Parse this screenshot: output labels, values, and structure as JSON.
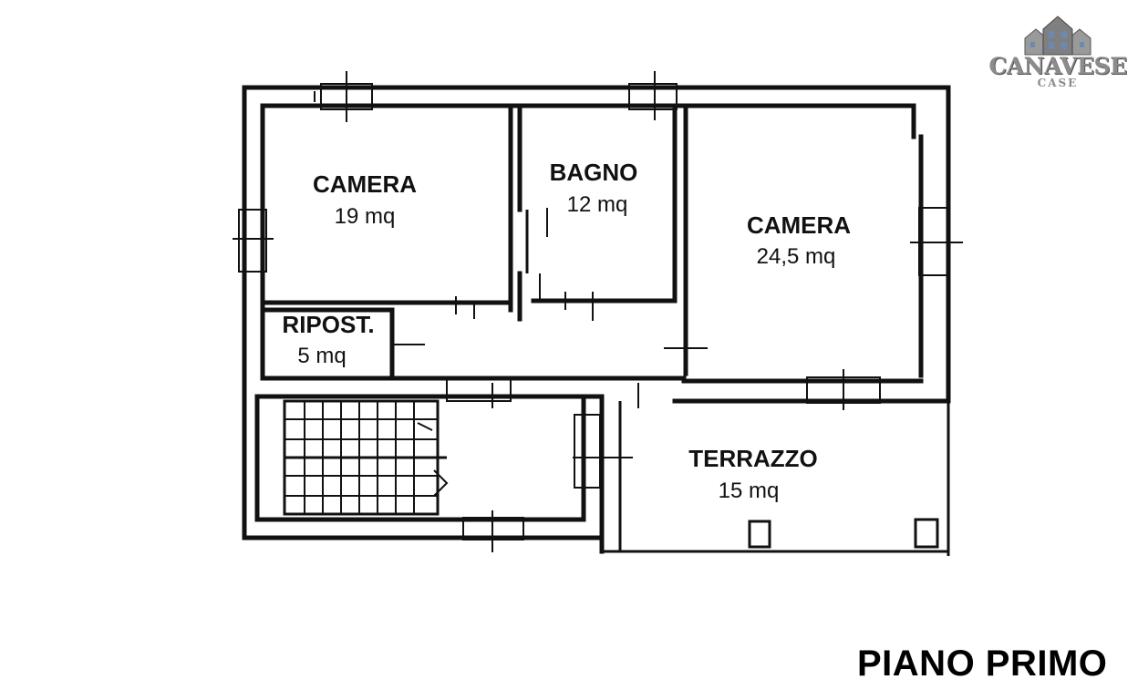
{
  "rooms": [
    {
      "name": "CAMERA",
      "area": "19 mq"
    },
    {
      "name": "BAGNO",
      "area": "12 mq"
    },
    {
      "name": "CAMERA",
      "area": "24,5 mq"
    },
    {
      "name": "RIPOST.",
      "area": "5 mq"
    },
    {
      "name": "TERRAZZO",
      "area": "15 mq"
    }
  ],
  "floor_title": "PIANO PRIMO",
  "logo": {
    "brand": "CANAVESE",
    "sub": "CASE",
    "color": "#8c8c8c"
  }
}
